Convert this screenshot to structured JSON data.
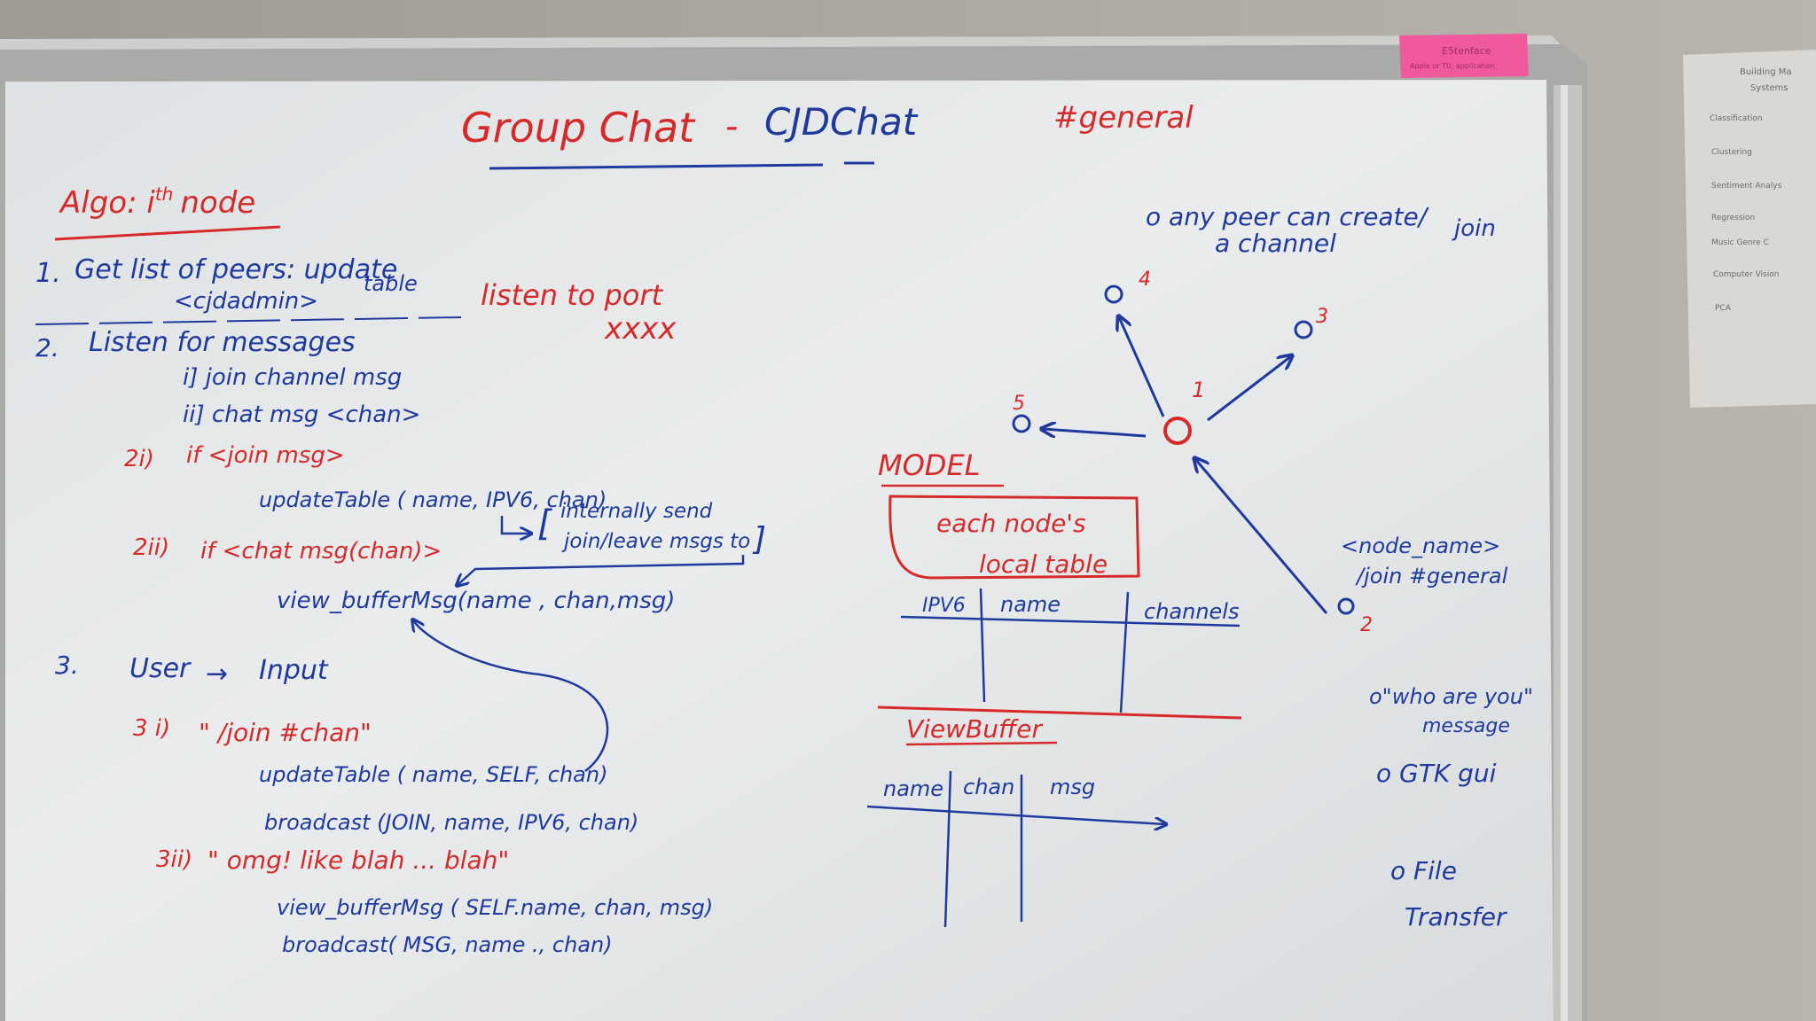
{
  "colors": {
    "board": "#eef0f1",
    "frame": "#b7b8b6",
    "blue_marker": "#1f3a9e",
    "red_marker": "#d62a2a",
    "sticky_note": "#f05a9d"
  },
  "sticky_note": {
    "line1": "E5tenface",
    "line2": "Apple or TU, application"
  },
  "title": {
    "part1": "Group Chat",
    "dash": "-",
    "part2": "CJDChat",
    "channel": "#general"
  },
  "algo": {
    "heading": "Algo: i",
    "heading_sup": "th",
    "heading_end": "node",
    "step1_num": "1.",
    "step1_text": "Get list of peers: update",
    "step1_text2": "table",
    "step1_sub": "<cjdadmin>",
    "listen_port": "listen to port",
    "listen_port_num": "xxxx",
    "step2_num": "2.",
    "step2_text": "Listen for messages",
    "step2_i": "i]  join channel msg",
    "step2_ii": "ii]  chat msg <chan>",
    "step2i_label": "2i)",
    "step2i_cond": "if <join msg>",
    "update_table_1": "updateTable ( name, IPV6, chan)",
    "internally_1": "internally send",
    "internally_2": "join/leave msgs to",
    "step2ii_label": "2ii)",
    "step2ii_cond": "if <chat msg(chan)>",
    "view_buffer_1": "view_bufferMsg(name , chan,msg)",
    "step3_num": "3.",
    "step3_user": "User",
    "step3_arrow": "→",
    "step3_input": "Input",
    "step3i_label": "3 i)",
    "step3i_cmd": "\" /join #chan\"",
    "update_table_2": "updateTable ( name, SELF, chan)",
    "broadcast_1": "broadcast (JOIN, name, IPV6, chan)",
    "step3ii_label": "3ii)",
    "step3ii_cmd": "\" omg! like blah ... blah\"",
    "view_buffer_2": "view_bufferMsg ( SELF.name, chan, msg)",
    "broadcast_2": "broadcast( MSG, name      ., chan)"
  },
  "model": {
    "heading": "MODEL",
    "box_line1": "each  node's",
    "box_line2": "local  table",
    "table_columns": [
      "IPV6",
      "name",
      "channels"
    ],
    "view_buffer_heading": "ViewBuffer",
    "buffer_columns": [
      "name",
      "chan",
      "msg"
    ]
  },
  "graph": {
    "nodes": [
      {
        "label": "1",
        "kind": "center"
      },
      {
        "label": "2",
        "kind": "peer"
      },
      {
        "label": "3",
        "kind": "peer"
      },
      {
        "label": "4",
        "kind": "peer"
      },
      {
        "label": "5",
        "kind": "peer"
      }
    ],
    "join_line1": "<node_name>",
    "join_line2": "/join  #general"
  },
  "notes": {
    "note1_line1": "o any  peer  can  create/",
    "note1_join": "join",
    "note1_line2": "a channel",
    "note2_line1": "o\"who are you\"",
    "note2_line2": "message",
    "note3": "o GTK gui",
    "note4_line1": "o File",
    "note4_line2": "Transfer"
  },
  "paper": {
    "title_1": "Building Ma",
    "title_2": "Systems",
    "items": [
      "Classification",
      "Clustering",
      "Sentiment Analys",
      "Regression",
      "Music Genre C",
      "Computer Vision",
      "PCA"
    ]
  }
}
